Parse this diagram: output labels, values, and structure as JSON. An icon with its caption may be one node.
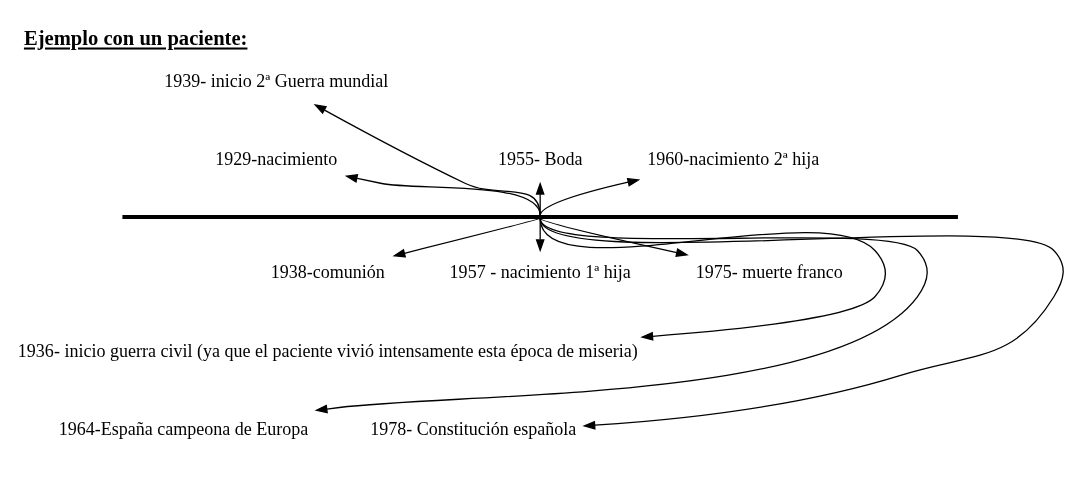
{
  "diagram": {
    "title": "Ejemplo con un paciente:",
    "nodes": [
      {
        "text": [
          "1939- inicio 2ª Guerra mundial"
        ]
      },
      {
        "text": [
          "1929-nacimiento"
        ]
      },
      {
        "text": [
          "1955- Boda"
        ]
      },
      {
        "text": [
          "1960-nacimiento 2ª hija"
        ]
      },
      {
        "text": [],
        "shape": "bar"
      },
      {
        "text": [
          "1938-comunión"
        ]
      },
      {
        "text": [
          "1957 - nacimiento 1ª hija"
        ]
      },
      {
        "text": [
          "1975- muerte franco"
        ]
      },
      {
        "text": [
          "1936- inicio guerra civil (ya que el paciente vivió intensamente esta época de miseria)"
        ]
      },
      {
        "text": [
          "1964-España campeona de Europa"
        ]
      },
      {
        "text": [
          "1978- Constitución española"
        ]
      }
    ],
    "edges": [
      {
        "from": 4,
        "to": 1,
        "arrow": "to"
      },
      {
        "from": 4,
        "to": 0,
        "arrow": "to"
      },
      {
        "from": 4,
        "to": 2,
        "arrow": "to"
      },
      {
        "from": 4,
        "to": 3,
        "arrow": "to"
      },
      {
        "from": 4,
        "to": 5,
        "arrow": "to"
      },
      {
        "from": 4,
        "to": 6,
        "arrow": "to"
      },
      {
        "from": 4,
        "to": 8,
        "arrow": "to"
      },
      {
        "from": 4,
        "to": 7,
        "arrow": "to"
      },
      {
        "from": 4,
        "to": 9,
        "arrow": "to"
      },
      {
        "from": 4,
        "to": 10,
        "arrow": "to"
      }
    ]
  }
}
